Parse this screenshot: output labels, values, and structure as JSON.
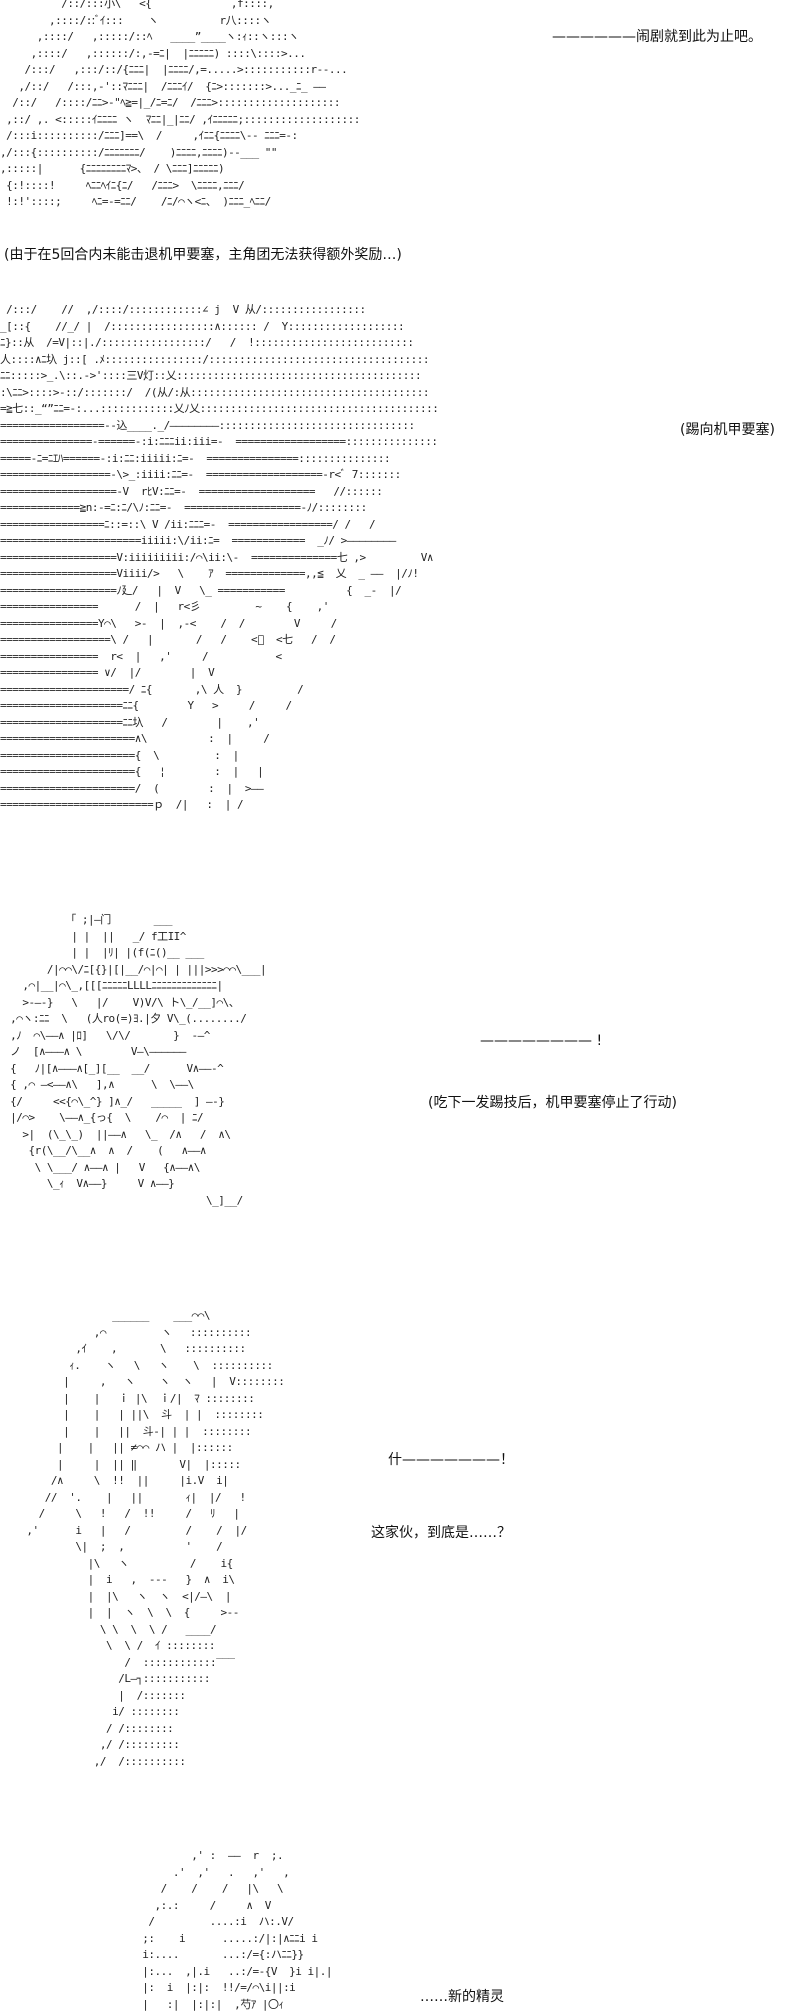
{
  "captions": {
    "farce_end": "——————闹剧就到此为止吧。",
    "no_bonus": "(由于在5回合内未能击退机甲要塞，主角团无法获得额外奖励…)",
    "kick": "(踢向机甲要塞)",
    "shout": "———————— !",
    "stopped": "(吃下一发踢技后，机甲要塞停止了行动)",
    "what": "什———————！",
    "who": "这家伙，到底是……？",
    "new_spirit": "……新的精灵"
  },
  "art": {
    "mecha_top": [
      "          /::/:::小\\   <{             ,f::::,",
      "        ,::::/::ﾞｲ:::    ヽ          r八::::ヽ",
      "      ,::::/   ,:::::/::ﾍ   ____”____ヽ:ｨ::ヽ:::ヽ",
      "     ,::::/   ,::::::/:,-=ﾆ|  |ﾆﾆﾆﾆﾆ) ::::\\::::>...",
      "    /:::/   ,:::/::/{ﾆﾆﾆ|  |ﾆﾆﾆﾆ/,=.....>:::::::::::r--...",
      "   ,/::/   /:::,-'::ﾏﾆﾆﾆ|  /ﾆﾆﾆｲ/  {ﾆ>:::::::>..._ﾆ_ ——",
      "  /::/   /::::/ﾆﾆ>-\"ﾍ≧=|_/ﾆ=ﾆ/  /ﾆﾆﾆ>::::::::::::::::::::",
      " ,::/ ,. <:::::ｲﾆﾆﾆﾆ ヽ  ﾏﾆﾆ|_|ﾆﾆ/ ,ｲﾆﾆﾆﾆﾆ;:::::::::::::::::::",
      " /:::i::::::::::/ﾆﾆﾆ]==\\  /     ,ｲﾆﾆ{ﾆﾆﾆﾆ\\-- ﾆﾆﾆ=-:",
      ",/:::{::::::::::/ﾆﾆﾆﾆﾆﾆﾆ/    )ﾆﾆﾆﾆ,ﾆﾆﾆﾆ)--___ \"\"",
      ",:::::|      {ﾆﾆﾆﾆﾆﾆﾆﾆﾏ>、 / \\ﾆﾆﾆ]ﾆﾆﾆﾆﾆ)",
      " {:!::::!     ﾍﾆﾆﾍｲﾆ{ﾆ/   /ﾆﾆﾆ>  \\ﾆﾆﾆﾆ,ﾆﾆﾆ/",
      " !:!'::::;     ﾍﾆ=-=ﾆﾆ/    /ﾆ/⌒ヽ<ﾆ、 )ﾆﾆﾆ_ﾍﾆﾆ/"
    ],
    "kick_scene": [
      " /:::/    //  ,/::::/::::::::::::∠ j  V 从/:::::::::::::::::",
      "_[::{    //_/ |  /:::::::::::::::::∧:::::: /  Y:::::::::::::::::::",
      "ﾆ}::从  /=V|::|./:::::::::::::::::/   /  !::::::::::::::::::::::::::",
      "人::::∧ﾆ圦 j::[ .ﾒ::::::::::::::::/::::::::::::::::::::::::::::::::::::",
      "ﾆﾆ:::::>_.\\::.->'::::三V灯::乂::::::::::::::::::::::::::::::::::::::::",
      ":\\ﾆﾆ>::::>-::/:::::::/  /(从/:从:::::::::::::::::::::::::::::::::::::::",
      "=≧七::_“”ﾆﾆ=-:...::::::::::::乂ﾉ乂:::::::::::::::::::::::::::::::::::::::",
      "=================--込____._/————————::::::::::::::::::::::::::::::::",
      "===============-======-:i:ﾆﾆﾆii:iii=-  ==================:::::::::::::::",
      "=====-ﾆ=ﾆｴﾊ======-:i:ﾆﾆ:iiiii:ﾆ=-  ===============:::::::::::::::",
      "==================-\\>_:iiii:ﾆﾆ=-  ===================-r<ﾞ 7:::::::",
      "===================-V  rﾋV:ﾆﾆ=-  ===================   //::::::",
      "=============≧n:-=ﾆ:ﾆ/\\ﾉ:ﾆﾆ=-  ===================-ﾉ/::::::::",
      "=================ﾆ::=::\\ V /ii:ﾆﾆﾆ=-  =================/ /   /",
      "=======================iiiii:\\/ii:ﾆ=  ============  _ﾉ/ >————————",
      "===================V:iiiiiiiii:/⌒\\ii:\\-  ==============七 ,>         V∧",
      "===================Viiii/>   \\    ｱ  =============,,≦  乂  _ ——  |/ﾉ!",
      "===================ﾉ廴/   |  V   \\_ ===========          {  _-  |/",
      "================      /  |   r<彡         ~    {    ,'",
      "================Y⌒\\   >-  |  ,-<    /  /        V     /",
      "==================\\ /   |       /   /    <ﾞ  <七   /  /",
      "================  r<  |   ,'     /           <",
      "================ ∨/  |/        |  V",
      "=====================/ ﾆ{       ,\\ 人  }         /",
      "====================ﾆﾆ{        Y   >     /     /",
      "====================ﾆﾆ圦   /        |    ,'",
      "======================∧\\          :  |     /",
      "======================{  \\         :  |",
      "======================{   ¦        :  |   |",
      "======================/  (        :  |  >——",
      "=========================ｐ  /|   :  | /"
    ],
    "stopped_mecha": [
      "          「 ;|—门       ___",
      "           | |  ||   _/ f工II^",
      "           | |  |ﾘ| |(f(ﾆ()__ ___",
      "       /|⌒⌒\\/ﾆ[{}|[|__/⌒|⌒| | |||>>>⌒⌒\\___|",
      "   ,⌒|__|⌒\\_,[[[ﾆﾆﾆﾆﾆLLLLﾆﾆﾆﾆﾆﾆﾆﾆﾆﾆﾆﾆﾆ|",
      "   >-—-}   \\   |/    V)V/\\ ト\\_/__]⌒\\、",
      " ,⌒ヽ:ﾆﾆ  \\   (人ro(=)ﾖ.|夕 V\\_(......../",
      " ,ﾉ  ⌒\\——∧ |ﾛ]   \\/\\/       }  -—^",
      " ノ  [∧———∧ \\        V—\\——————",
      " {   ﾉ|[∧———∧[_][__  __/      V∧——-^",
      " { ,⌒ —<——∧\\   ],∧      \\  \\——\\",
      " {/     <<{⌒\\_^} ]∧_/   _____  ] —-}",
      " |/⌒>    \\——∧_{っ{  \\    /⌒  | ﾆ/",
      "   >|  (\\_\\_)  ||——∧   \\_  /∧   /  ∧\\",
      "    {r(\\__/\\__∧  ∧  /    (   ∧——∧",
      "     \\ \\___/ ∧——∧ |   V   {∧——∧\\",
      "       \\_ｨ  V∧——}     V ∧——}",
      "                                 \\_]__/"
    ],
    "figure": [
      "                 ______    ___⌒⌒\\",
      "              ,⌒         ヽ   ::::::::::",
      "           ,ｲ    ,       \\   ::::::::::",
      "          ｨ.    ヽ   \\   ヽ    \\  ::::::::::",
      "         |     ,   ヽ    ヽ  ヽ   |  V::::::::",
      "         |    |   ｉ |\\  ｉ/|  ﾏ ::::::::",
      "         |    |   | ||\\  斗  | |  ::::::::",
      "         |    |   ||  斗‐| | |  ::::::::",
      "        |    |   || ≠⌒⌒ ハ |  |::::::",
      "        |     |  || ‖       V|  |:::::",
      "       /∧     \\  !!  ||     |i.V  i|",
      "      //  '.    |   ||       ｨ|  |/   !",
      "     /     \\   !   /  !!     /   ﾘ   |",
      "   ,'      i   |   /         /    /  |/",
      "           \\|  ;  ,          '    /",
      "             |\\   ヽ          /    i{",
      "             |  i   ,  ---   }  ∧  i\\",
      "             |  |\\   ヽ  ヽ  <|/—\\  |",
      "             |  |  ヽ  \\  \\  {     >--",
      "               \\ \\  \\  \\ /   ____/",
      "                \\  \\ /  ｲ ::::::::",
      "                   /  ::::::::::::‾‾‾",
      "                  /L—┐:::::::::::",
      "                  |  /:::::::",
      "                 i/ ::::::::",
      "                / /::::::::",
      "               ,/ /:::::::::",
      "              ,/  /::::::::::"
    ],
    "spirit": [
      "          ,' :  ——  r  ;.",
      "       .'  ,'   .   ,'   ,",
      "     /    /    /   |\\   \\",
      "    ,:.:     /     ∧  V",
      "   /         ....:i  ハ:.V/",
      "  ;:    i      .....:/|:|∧ﾆﾆi i",
      "  i:....       ...:/={:ハﾆﾆ}}",
      "  |:...  ,|.i   ..:/=-{V  }i i|.|",
      "  |:  i  |:|:  !!/=/⌒\\i||:i",
      "  |   :|  |:|:|  ,芍ｱ |〇ｨ"
    ]
  }
}
